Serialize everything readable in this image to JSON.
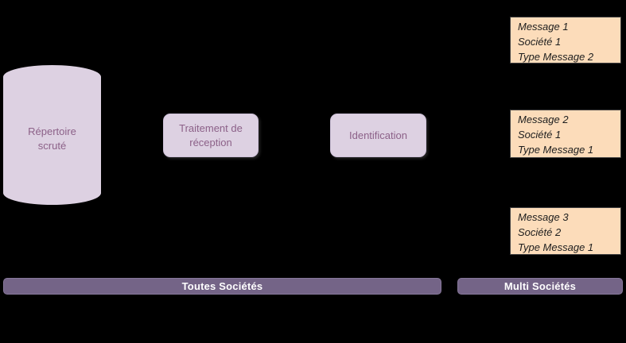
{
  "colors": {
    "background": "#000000",
    "node_fill": "#ddd1e2",
    "node_text": "#8c6188",
    "message_fill": "#fcdcba",
    "message_border": "#404040",
    "message_text": "#1e1e1e",
    "lane_fill": "#746487",
    "lane_text": "#ffffff"
  },
  "repository": {
    "lines": [
      "Répertoire",
      "scruté"
    ]
  },
  "processes": [
    {
      "lines": [
        "Traitement de",
        "réception"
      ]
    },
    {
      "lines": [
        "Identification"
      ]
    }
  ],
  "messages": [
    {
      "lines": [
        "Message 1",
        "Société 1",
        "Type Message 2"
      ]
    },
    {
      "lines": [
        "Message 2",
        "Société 1",
        "Type Message 1"
      ]
    },
    {
      "lines": [
        "Message 3",
        "Société 2",
        "Type Message 1"
      ]
    }
  ],
  "lanes": [
    {
      "label": "Toutes Sociétés"
    },
    {
      "label": "Multi Sociétés"
    }
  ]
}
